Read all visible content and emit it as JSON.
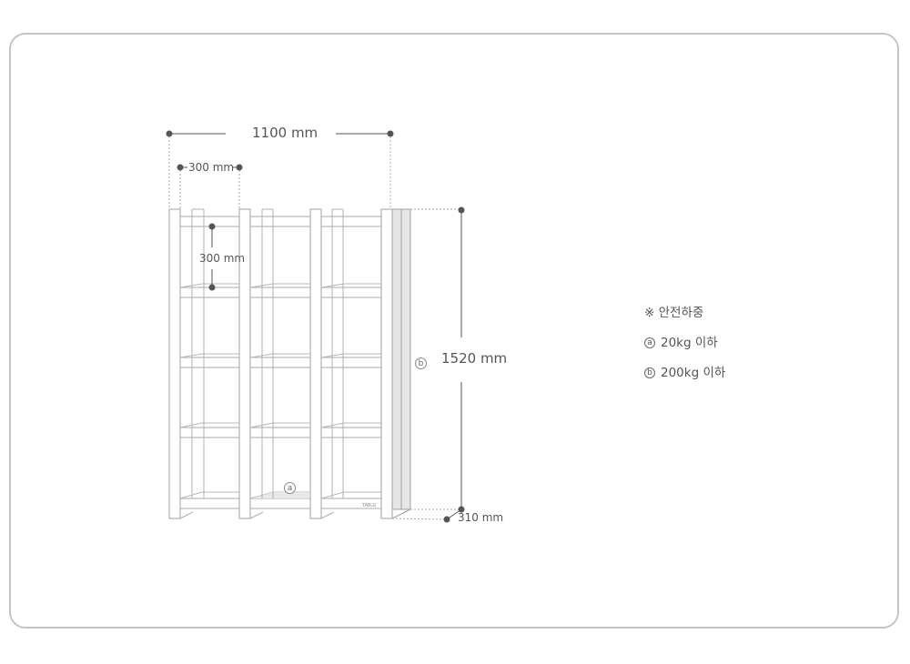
{
  "diagram": {
    "type": "dimension-drawing",
    "subject": "3-column open bookshelf",
    "dimensions": {
      "total_width": "1100 mm",
      "column_width": "300 mm",
      "shelf_spacing": "300 mm",
      "height": "1520 mm",
      "depth": "310 mm"
    },
    "markers": {
      "shelf_marker": "a",
      "post_marker": "b"
    },
    "colors": {
      "line": "#9a9a9a",
      "dim_line": "#555555",
      "post_fill": "#e6e6e6",
      "frame_border": "#c4c4c4"
    }
  },
  "legend": {
    "title": "※ 안전하중",
    "items": [
      {
        "marker": "a",
        "text": "20kg 이하"
      },
      {
        "marker": "b",
        "text": "200kg 이하"
      }
    ]
  }
}
